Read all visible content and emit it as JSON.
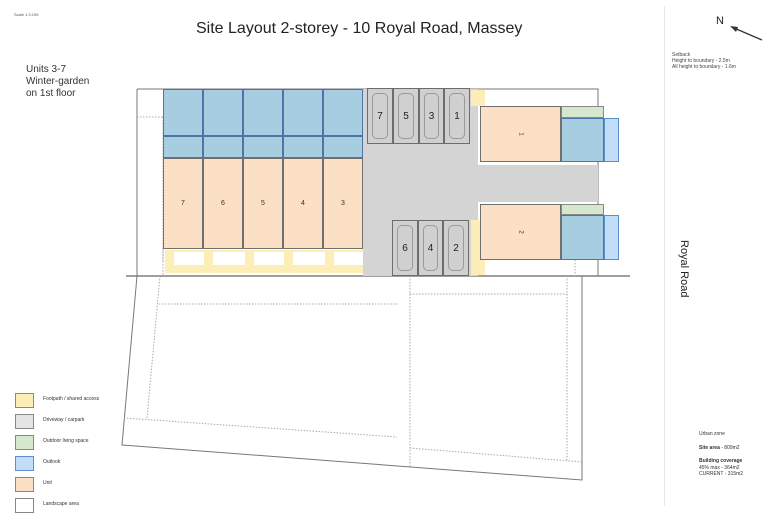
{
  "header": {
    "scale": "Scale 1:3.196",
    "title": "Site Layout 2-storey - 10 Royal Road, Massey"
  },
  "notes": {
    "line1": "Units 3-7",
    "line2": "Winter-garden",
    "line3": "on 1st floor"
  },
  "north": {
    "label": "N"
  },
  "setback": {
    "title": "Setback",
    "line1": "Height to boundary - 2.5m",
    "line2": "All height to boundary - 1.6m"
  },
  "street": {
    "label": "Royal Road"
  },
  "units_rear": [
    {
      "label": "7"
    },
    {
      "label": "6"
    },
    {
      "label": "5"
    },
    {
      "label": "4"
    },
    {
      "label": "3"
    }
  ],
  "units_front": [
    {
      "label": "1"
    },
    {
      "label": "2"
    }
  ],
  "parking_top": [
    {
      "label": "7"
    },
    {
      "label": "5"
    },
    {
      "label": "3"
    },
    {
      "label": "1"
    }
  ],
  "parking_bottom": [
    {
      "label": "6"
    },
    {
      "label": "4"
    },
    {
      "label": "2"
    }
  ],
  "legend": [
    {
      "label": "Footpath / shared access",
      "color": "#fdeeb7"
    },
    {
      "label": "Driveway / carpark",
      "color": "#e4e4e4"
    },
    {
      "label": "Outdoor living space",
      "color": "#d5e8cd"
    },
    {
      "label": "Outlook",
      "color": "#c2ddf8"
    },
    {
      "label": "Unit",
      "color": "#fce0c6"
    },
    {
      "label": "Landscape area",
      "color": "#ffffff"
    }
  ],
  "site_info": {
    "zone": "Urban zone",
    "site_area_label": "Site area",
    "site_area_value": " - 809m2",
    "coverage_label": "Building coverage",
    "coverage_max": "45% max - 364m2",
    "coverage_current": "CURRENT - 315m2"
  }
}
